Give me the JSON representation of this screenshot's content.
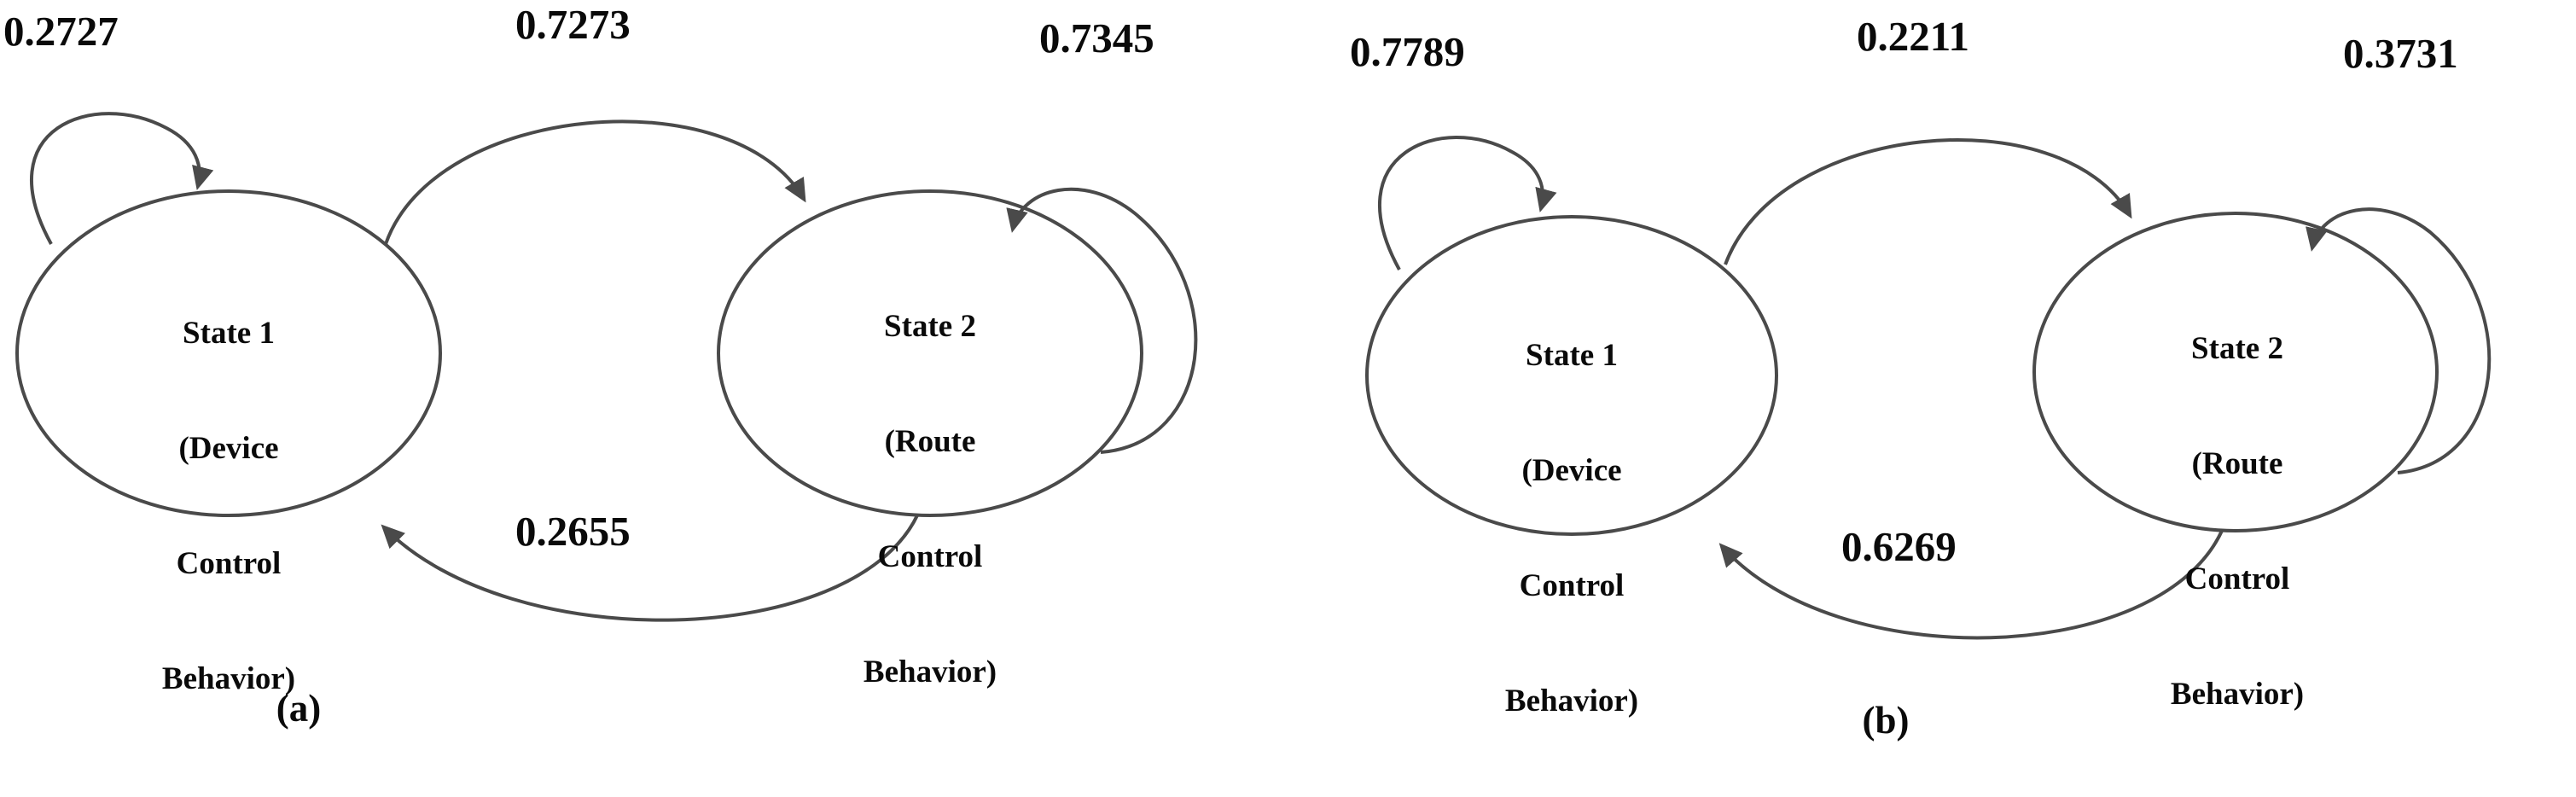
{
  "figure": {
    "type": "state-transition-diagram-pair",
    "background_color": "#ffffff",
    "stroke_color": "#4a4a4a",
    "text_color": "#0a0a0a"
  },
  "panels": [
    {
      "id": "a",
      "caption": "(a)",
      "states": [
        {
          "id": "state-1",
          "lines": [
            "State 1",
            "(Device",
            "Control",
            "Behavior)"
          ],
          "text": "State 1 (Device Control Behavior)"
        },
        {
          "id": "state-2",
          "lines": [
            "State 2",
            "(Route",
            "Control",
            "Behavior)"
          ],
          "text": "State 2 (Route Control Behavior)"
        }
      ],
      "transitions": [
        {
          "id": "t11",
          "from": "state-1",
          "to": "state-1",
          "label": "0.2727",
          "kind": "self-loop",
          "position": "top-left"
        },
        {
          "id": "t12",
          "from": "state-1",
          "to": "state-2",
          "label": "0.7273",
          "kind": "arc",
          "position": "top"
        },
        {
          "id": "t21",
          "from": "state-2",
          "to": "state-1",
          "label": "0.2655",
          "kind": "arc",
          "position": "bottom"
        },
        {
          "id": "t22",
          "from": "state-2",
          "to": "state-2",
          "label": "0.7345",
          "kind": "self-loop",
          "position": "top-right"
        }
      ]
    },
    {
      "id": "b",
      "caption": "(b)",
      "states": [
        {
          "id": "state-1",
          "lines": [
            "State 1",
            "(Device",
            "Control",
            "Behavior)"
          ],
          "text": "State 1 (Device Control Behavior)"
        },
        {
          "id": "state-2",
          "lines": [
            "State 2",
            "(Route",
            "Control",
            "Behavior)"
          ],
          "text": "State 2 (Route Control Behavior)"
        }
      ],
      "transitions": [
        {
          "id": "t11",
          "from": "state-1",
          "to": "state-1",
          "label": "0.7789",
          "kind": "self-loop",
          "position": "top-left"
        },
        {
          "id": "t12",
          "from": "state-1",
          "to": "state-2",
          "label": "0.2211",
          "kind": "arc",
          "position": "top"
        },
        {
          "id": "t21",
          "from": "state-2",
          "to": "state-1",
          "label": "0.6269",
          "kind": "arc",
          "position": "bottom"
        },
        {
          "id": "t22",
          "from": "state-2",
          "to": "state-2",
          "label": "0.3731",
          "kind": "self-loop",
          "position": "top-right"
        }
      ]
    }
  ],
  "chart_data": {
    "type": "diagram",
    "title": "",
    "subtitle": "",
    "series": [
      {
        "name": "(a)",
        "matrix_labels": [
          "State 1 (Device Control Behavior)",
          "State 2 (Route Control Behavior)"
        ],
        "transition_matrix": [
          [
            0.2727,
            0.7273
          ],
          [
            0.2655,
            0.7345
          ]
        ]
      },
      {
        "name": "(b)",
        "matrix_labels": [
          "State 1 (Device Control Behavior)",
          "State 2 (Route Control Behavior)"
        ],
        "transition_matrix": [
          [
            0.7789,
            0.2211
          ],
          [
            0.6269,
            0.3731
          ]
        ]
      }
    ],
    "legend_position": "none",
    "grid": false
  }
}
